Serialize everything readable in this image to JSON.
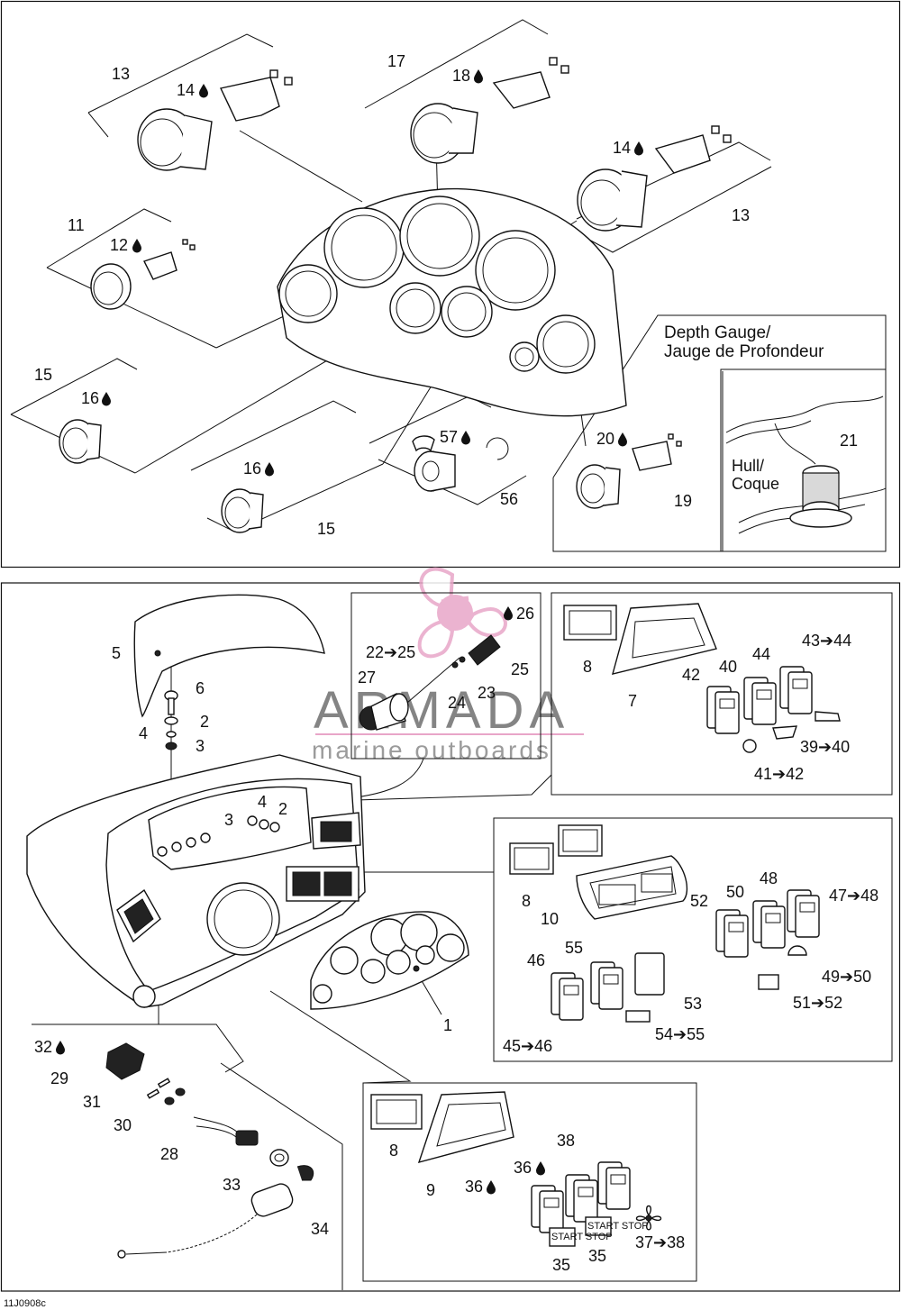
{
  "drawing_code": "11J0908c",
  "inset": {
    "title_line1": "Depth Gauge/",
    "title_line2": "Jauge de Profondeur",
    "hull_line1": "Hull/",
    "hull_line2": "Coque"
  },
  "watermark": {
    "brand": "ARMADA",
    "tagline": "marine outboards",
    "colors": {
      "propeller": "#e8a6c8",
      "text": "#6f6f6f"
    }
  },
  "icons": {
    "drop": "drop-icon",
    "arrow": "arrow-icon"
  },
  "labels": {
    "l13a": "13",
    "l14a": "14",
    "l17": "17",
    "l18": "18",
    "l14b": "14",
    "l13b": "13",
    "l11": "11",
    "l12": "12",
    "l15a": "15",
    "l16a": "16",
    "l16b": "16",
    "l15b": "15",
    "l57": "57",
    "l56": "56",
    "l20": "20",
    "l19": "19",
    "l21": "21",
    "l5": "5",
    "l6": "6",
    "l2a": "2",
    "l4a": "4",
    "l3a": "3",
    "l3b": "3",
    "l4b": "4",
    "l2b": "2",
    "l2225": "22➔25",
    "l27": "27",
    "l24": "24",
    "l23": "23",
    "l25": "25",
    "l26": "26",
    "l8a": "8",
    "l7": "7",
    "l42": "42",
    "l40": "40",
    "l44": "44",
    "l4344": "43➔44",
    "l3940": "39➔40",
    "l4142": "41➔42",
    "l8b": "8",
    "l10": "10",
    "l52": "52",
    "l50": "50",
    "l48": "48",
    "l4748": "47➔48",
    "l46": "46",
    "l55": "55",
    "l53": "53",
    "l4950": "49➔50",
    "l5152": "51➔52",
    "l4546": "45➔46",
    "l5455": "54➔55",
    "l1": "1",
    "l32": "32",
    "l29": "29",
    "l31": "31",
    "l30": "30",
    "l28": "28",
    "l33": "33",
    "l34": "34",
    "l8c": "8",
    "l9": "9",
    "l38": "38",
    "l36a": "36",
    "l36b": "36",
    "l3738": "37➔38",
    "l35a": "35",
    "l35b": "35",
    "start_stop": "START STOP"
  }
}
